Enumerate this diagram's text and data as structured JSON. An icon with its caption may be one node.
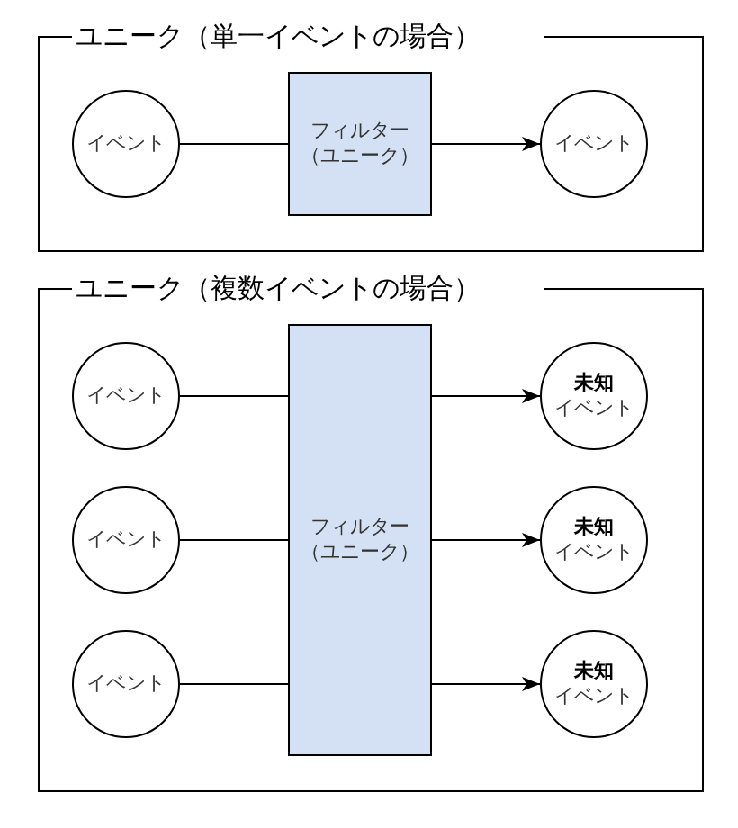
{
  "diagram": {
    "nodes": [
      {
        "text": [
          "ユニーク（単一イベントの場合）"
        ]
      },
      {
        "text": [
          "イベント"
        ],
        "in": 0
      },
      {
        "text": [
          "フィルター（ユニーク）"
        ],
        "in": 0
      },
      {
        "text": [
          "イベント"
        ],
        "in": 0
      },
      {
        "text": [
          "ユニーク（複数イベントの場合）"
        ]
      },
      {
        "text": [
          "イベント"
        ],
        "in": 4
      },
      {
        "text": [
          "イベント"
        ],
        "in": 4
      },
      {
        "text": [
          "イベント"
        ],
        "in": 4
      },
      {
        "text": [
          "フィルター（ユニーク）"
        ],
        "in": 4
      },
      {
        "text": [
          "未知",
          "イベント"
        ],
        "in": 4
      },
      {
        "text": [
          "未知",
          "イベント"
        ],
        "in": 4
      },
      {
        "text": [
          "未知",
          "イベント"
        ],
        "in": 4
      }
    ],
    "edges": [
      {
        "from": 1,
        "to": 2,
        "arrow": "none"
      },
      {
        "from": 2,
        "to": 3,
        "arrow": "to"
      },
      {
        "from": 5,
        "to": 8,
        "arrow": "none"
      },
      {
        "from": 6,
        "to": 8,
        "arrow": "none"
      },
      {
        "from": 7,
        "to": 8,
        "arrow": "none"
      },
      {
        "from": 8,
        "to": 9,
        "arrow": "to"
      },
      {
        "from": 8,
        "to": 10,
        "arrow": "to"
      },
      {
        "from": 8,
        "to": 11,
        "arrow": "to"
      }
    ]
  }
}
